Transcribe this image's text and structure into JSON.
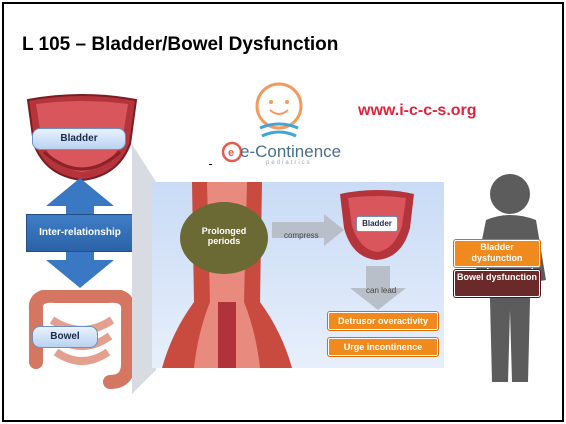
{
  "slide": {
    "title": "L 105 – Bladder/Bowel Dysfunction",
    "url": "www.i-c-c-s.org"
  },
  "logo": {
    "name": "e-Continence",
    "sub": "pediatrics"
  },
  "left": {
    "bladder_label": "Bladder",
    "relation_label": "Inter-relationship",
    "bowel_label": "Bowel"
  },
  "panel": {
    "stool_label": "Prolonged periods",
    "compress_label": "compress",
    "bladder_label": "Bladder",
    "can_lead_label": "can lead",
    "outcome_1": "Detrusor overactivity",
    "outcome_2": "Urge incontinence"
  },
  "child": {
    "bladder_tag": "Bladder dysfunction",
    "bowel_tag": "Bowel dysfunction"
  },
  "colors": {
    "accent_red": "#e3213a",
    "orange": "#f08a1c",
    "blue": "#2b62a6",
    "brown": "#6a2a2a"
  }
}
